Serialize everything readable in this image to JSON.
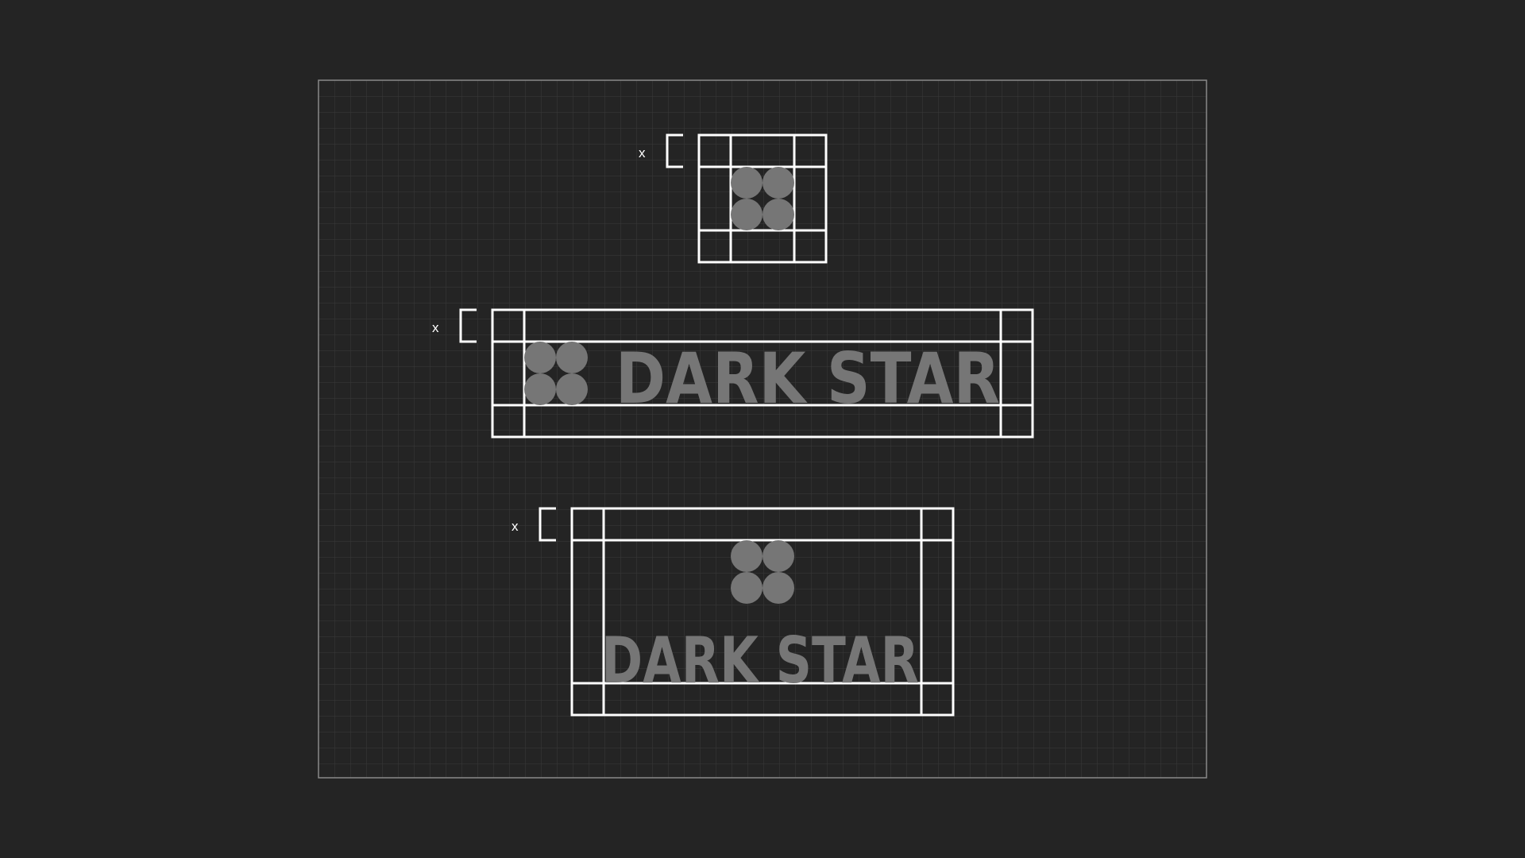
{
  "colors": {
    "background": "#242424",
    "artboard_border": "#8a8a8a",
    "grid_line": "#3a3a3a",
    "guide_line": "#ffffff",
    "logo_gray": "#767676"
  },
  "lockups": {
    "symbol": {
      "clearspace_label": "x"
    },
    "horizontal": {
      "clearspace_label": "x",
      "wordmark": "DARK STAR"
    },
    "stacked": {
      "clearspace_label": "x",
      "wordmark": "DARK STAR"
    }
  }
}
